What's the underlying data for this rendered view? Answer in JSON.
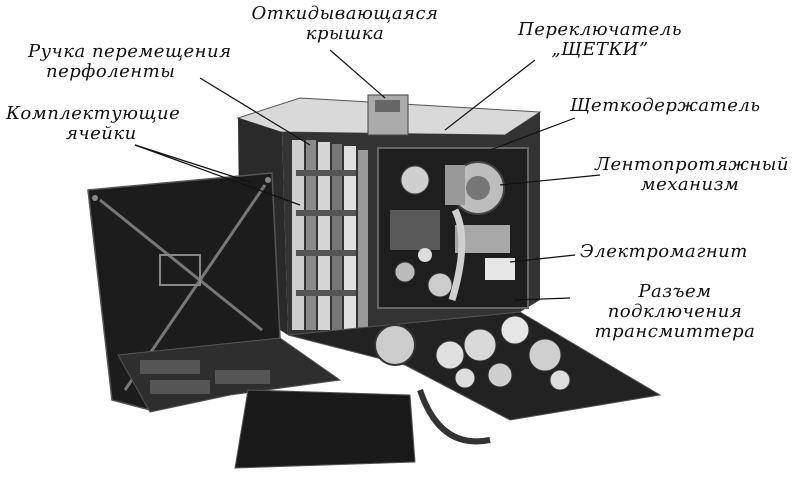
{
  "labels": {
    "lid": [
      "Откидывающаяся",
      "крышка"
    ],
    "tape_handle": [
      "Ручка перемещения",
      "перфоленты"
    ],
    "cells": [
      "Комплектующие",
      "ячейки"
    ],
    "brush_switch": [
      "Переключатель",
      "„ЩЕТКИ”"
    ],
    "brush_holder": [
      "Щеткодержатель"
    ],
    "tape_drive": [
      "Лентопротяжный",
      "механизм"
    ],
    "electromagnet": [
      "Электромагнит"
    ],
    "connector": [
      "Разъем",
      "подключения",
      "трансмиттера"
    ]
  },
  "colors": {
    "ink": "#111111",
    "paper": "#ffffff",
    "panel": "#1c1c1c",
    "chassis": "#2a2a2a",
    "metal": "#bdbdbd"
  }
}
